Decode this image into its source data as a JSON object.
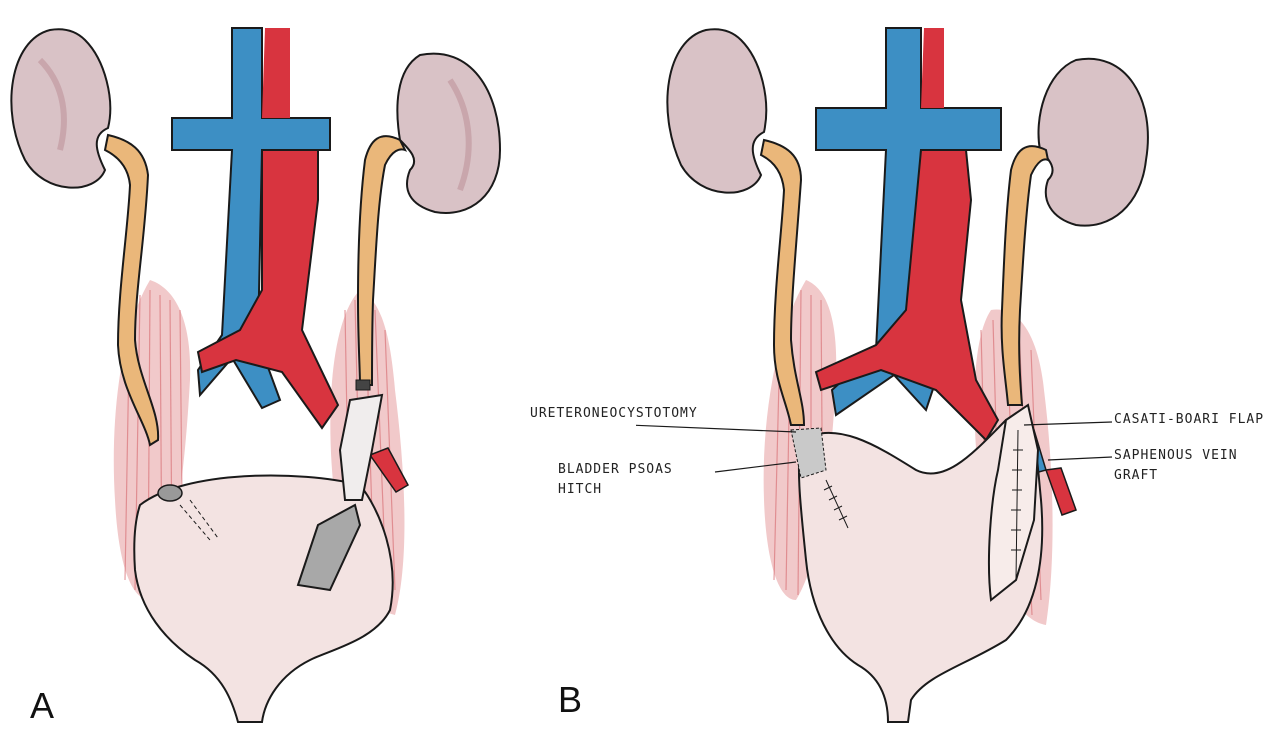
{
  "panels": {
    "a": {
      "label": "A"
    },
    "b": {
      "label": "B"
    }
  },
  "annotations": {
    "ureteroneocystotomy": "URETERONEOCYSTOTOMY",
    "bladder_psoas_hitch_line1": "BLADDER PSOAS",
    "bladder_psoas_hitch_line2": "HITCH",
    "casati_boari_flap": "CASATI-BOARI FLAP",
    "saphenous_vein_graft_line1": "SAPHENOUS VEIN",
    "saphenous_vein_graft_line2": "GRAFT"
  },
  "colors": {
    "kidney": "#d9c2c6",
    "kidney_shade": "#b98a92",
    "ureter": "#eab77a",
    "vein": "#3d8fc4",
    "artery": "#d8343f",
    "muscle": "#e9a3a5",
    "bladder": "#f3e3e2",
    "graft_gray": "#a8a8a8",
    "outline": "#1a1a1a"
  }
}
